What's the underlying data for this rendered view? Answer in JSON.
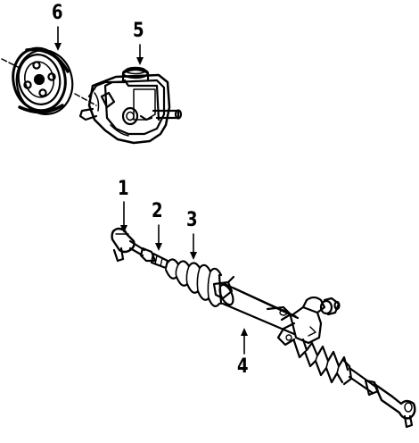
{
  "callouts": [
    {
      "id": "6",
      "text": "6"
    },
    {
      "id": "5",
      "text": "5"
    },
    {
      "id": "1",
      "text": "1"
    },
    {
      "id": "2",
      "text": "2"
    },
    {
      "id": "3",
      "text": "3"
    },
    {
      "id": "4",
      "text": "4"
    }
  ],
  "colors": {
    "ink": "#000000",
    "paper": "#ffffff"
  }
}
